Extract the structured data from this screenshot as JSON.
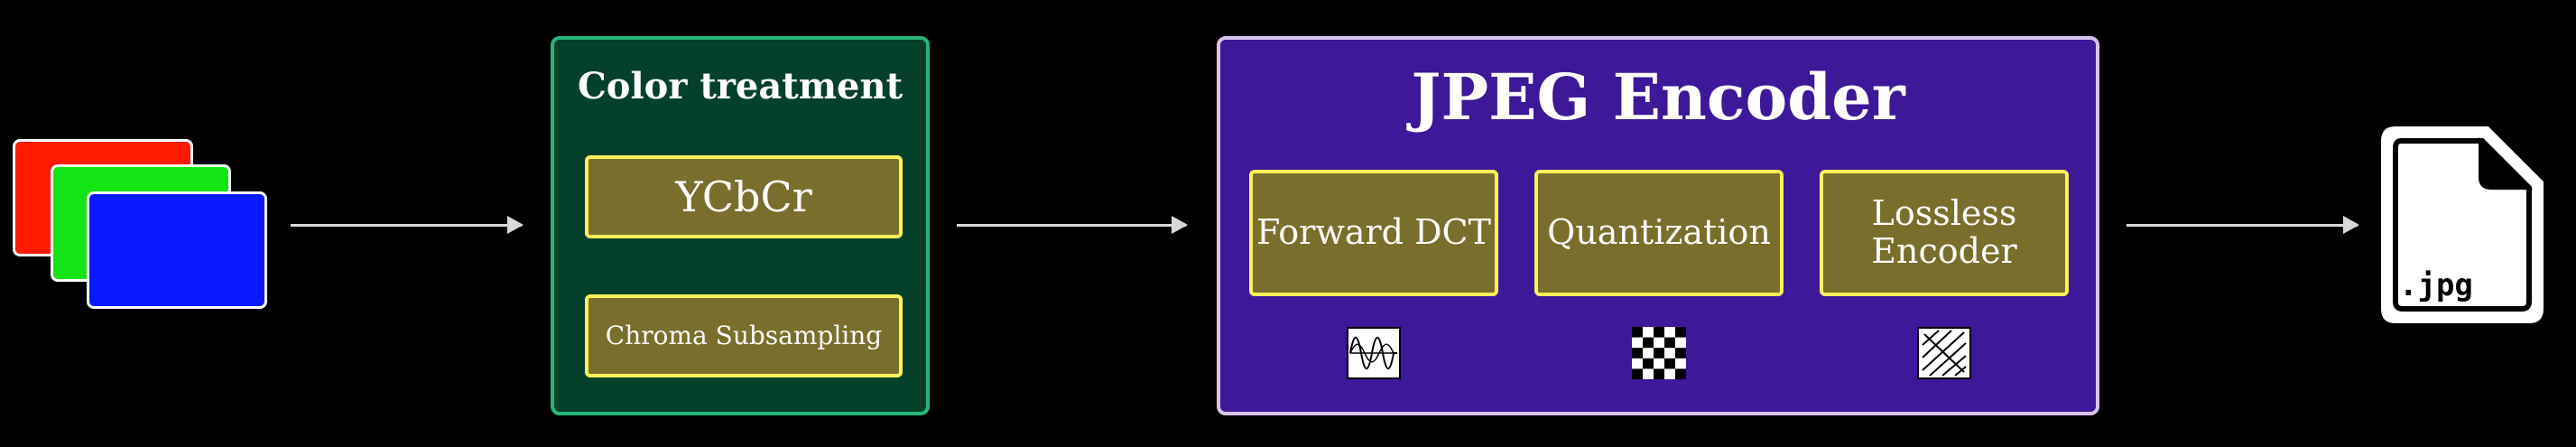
{
  "input_image": {
    "layers": [
      {
        "color": "#ff1b00",
        "icon": "red-channel-frame"
      },
      {
        "color": "#14e314",
        "icon": "green-channel-frame"
      },
      {
        "color": "#0a17ff",
        "icon": "blue-channel-frame"
      }
    ]
  },
  "color_treatment": {
    "title": "Color treatment",
    "steps": [
      {
        "label": "YCbCr"
      },
      {
        "label": "Chroma Subsampling"
      }
    ]
  },
  "encoder": {
    "title": "JPEG Encoder",
    "steps": [
      {
        "label": "Forward DCT",
        "icon": "waveform-icon"
      },
      {
        "label": "Quantization",
        "icon": "checkerboard-icon"
      },
      {
        "label": "Lossless Encoder",
        "label_lines": [
          "Lossless",
          "Encoder"
        ],
        "icon": "hatched-square-icon"
      }
    ]
  },
  "output_file": {
    "label": ".jpg",
    "icon": "file-icon"
  }
}
